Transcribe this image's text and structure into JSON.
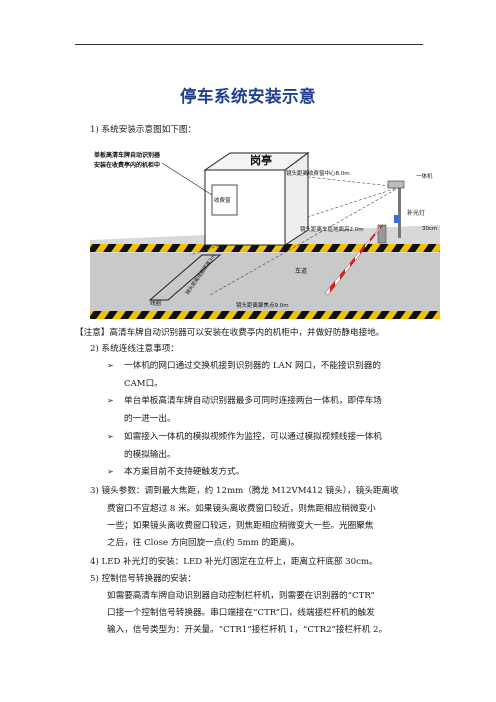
{
  "document": {
    "title": "停车系统安装示意",
    "section1": "1) 系统安装示意图如下图：",
    "diagram": {
      "booth_label": "岗亭",
      "toll_window_label": "收费窗",
      "recognizer_note_line1": "单板高清车牌自动识别器",
      "recognizer_note_line2": "安装在收费亭内的机柜中",
      "camera_to_window_label": "镜头距离收费窗中心8.0m",
      "all_in_one_label": "一体机",
      "fill_light_label": "补光灯",
      "height_label": "30cm",
      "camera_to_lane_edge_label": "镜头距离车道地面高2.0m",
      "lane_label": "车道",
      "coil_label": "线圈",
      "coil_distance_label": "镜头距离线圈距离3m",
      "focus_distance_label": "镜头距离聚焦点9.0m"
    },
    "note": "【注意】高清车牌自动识别器可以安装在收费亭内的机柜中，并做好防静电接地。",
    "section2": "2) 系统连线注意事项：",
    "bullets": [
      {
        "line1": "一体机的网口通过交换机接到识别器的 LAN 网口，不能接识别器的",
        "line2": "CAM口。"
      },
      {
        "line1": "单台单板高清车牌自动识别器最多可同时连接两台一体机，即停车场",
        "line2": "的一进一出。"
      },
      {
        "line1": "如需接入一体机的模拟视频作为监控，可以通过模拟视频线接一体机",
        "line2": "的模拟输出。"
      },
      {
        "line1": "本方案目前不支持硬触发方式。",
        "line2": ""
      }
    ],
    "section3": {
      "line1": "3) 镜头参数：调到最大焦距，约 12mm（腾龙 M12VM412 镜头），镜头距离收",
      "line2": "费窗口不宜超过 8 米。如果镜头离收费窗口较近，则焦距相应稍微变小",
      "line3": "一些；如果镜头离收费窗口较远，则焦距相应稍微变大一些。光圈聚焦",
      "line4": "之后，往 Close 方向回旋一点(约 5mm 的距离)。"
    },
    "section4": "4) LED 补光灯的安装：LED 补光灯固定在立杆上，距离立杆底部 30cm。",
    "section5": {
      "line1": "5) 控制信号转换器的安装：",
      "line2": "如需要高清车牌自动识别器自动控制栏杆机，则需要在识别器的“CTR”",
      "line3": "口接一个控制信号转换器。串口端接在“CTR”口，线端接栏杆机的触发",
      "line4": "输入，信号类型为：开关量。“CTR1”接栏杆机 1，“CTR2”接栏杆机 2。"
    }
  }
}
